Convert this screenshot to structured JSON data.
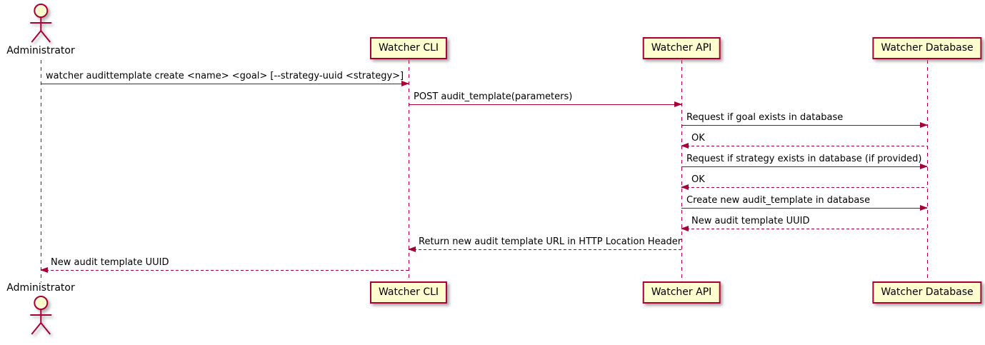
{
  "diagram": {
    "type": "sequence",
    "actor": {
      "name": "Administrator",
      "icon": "stick-figure"
    },
    "participants": [
      {
        "name": "Watcher CLI"
      },
      {
        "name": "Watcher API"
      },
      {
        "name": "Watcher Database"
      }
    ],
    "messages": [
      {
        "from": "Administrator",
        "to": "Watcher CLI",
        "style": "solid",
        "text": "watcher audittemplate create <name> <goal> [--strategy-uuid <strategy>]"
      },
      {
        "from": "Watcher CLI",
        "to": "Watcher API",
        "style": "solid",
        "text": "POST audit_template(parameters)"
      },
      {
        "from": "Watcher API",
        "to": "Watcher Database",
        "style": "solid",
        "text": "Request if goal exists in database"
      },
      {
        "from": "Watcher Database",
        "to": "Watcher API",
        "style": "dashed",
        "text": "OK"
      },
      {
        "from": "Watcher API",
        "to": "Watcher Database",
        "style": "solid",
        "text": "Request if strategy exists in database (if provided)"
      },
      {
        "from": "Watcher Database",
        "to": "Watcher API",
        "style": "dashed",
        "text": "OK"
      },
      {
        "from": "Watcher API",
        "to": "Watcher Database",
        "style": "solid",
        "text": "Create new audit_template in database"
      },
      {
        "from": "Watcher Database",
        "to": "Watcher API",
        "style": "dashed",
        "text": "New audit template UUID"
      },
      {
        "from": "Watcher API",
        "to": "Watcher CLI",
        "style": "dashed",
        "text": "Return new audit template URL in HTTP Location Header"
      },
      {
        "from": "Watcher CLI",
        "to": "Administrator",
        "style": "dashed",
        "text": "New audit template UUID"
      }
    ],
    "colors": {
      "accent": "#A80036",
      "participant_fill": "#FEFECE",
      "text": "#000000"
    }
  }
}
